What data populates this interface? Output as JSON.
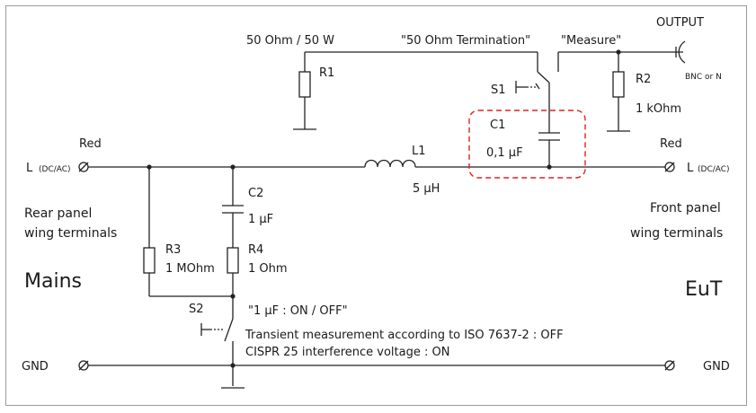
{
  "labels": {
    "output": "OUTPUT",
    "bnc": "BNC or N",
    "r1_rating": "50 Ohm / 50 W",
    "termination": "\"50 Ohm Termination\"",
    "measure": "\"Measure\"",
    "r1": "R1",
    "s1": "S1",
    "r2": "R2",
    "r2_val": "1 kOhm",
    "c1": "C1",
    "c1_val": "0,1 µF",
    "red_left": "Red",
    "red_right": "Red",
    "l_left_main": "L",
    "l_left_sub": "(DC/AC)",
    "l_right_main": "L",
    "l_right_sub": "(DC/AC)",
    "l1": "L1",
    "l1_val": "5 µH",
    "c2": "C2",
    "c2_val": "1 µF",
    "rear1": "Rear panel",
    "rear2": "wing terminals",
    "front1": "Front panel",
    "front2": "wing terminals",
    "r3": "R3",
    "r3_val": "1 MOhm",
    "r4": "R4",
    "r4_val": "1 Ohm",
    "mains": "Mains",
    "eut": "EuT",
    "s2": "S2",
    "s2_label": "\"1 µF : ON / OFF\"",
    "transient": "Transient measurement according to ISO 7637-2 : OFF",
    "cispr": "CISPR 25 interference voltage : ON",
    "gnd_left": "GND",
    "gnd_right": "GND"
  },
  "colors": {
    "wire": "#222222",
    "highlight": "#e02020",
    "frame": "#9a9a9a"
  }
}
